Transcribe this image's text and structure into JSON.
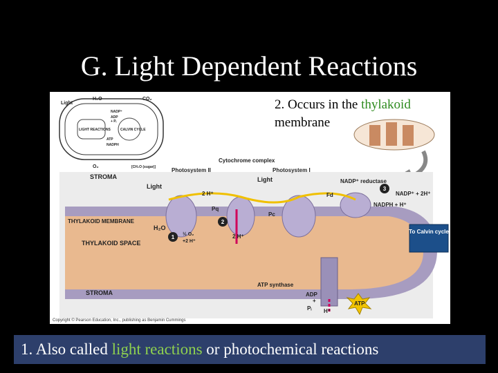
{
  "slide": {
    "title": "G. Light Dependent Reactions",
    "note": {
      "prefix": "2. Occurs in the ",
      "highlight": "thylakoid",
      "suffix": "membrane"
    },
    "caption": {
      "prefix": "1. Also called ",
      "highlight": "light reactions",
      "suffix": " or photochemical reactions"
    }
  },
  "colors": {
    "highlight_green": "#8fd14f",
    "note_green": "#2e8b1f",
    "caption_bg": "#2d3f6b",
    "membrane": "#7b6f9b",
    "thylakoid_space": "#e9b98f",
    "stroma": "#e0e0e0"
  },
  "diagram": {
    "inset": {
      "light": "Light",
      "h2o": "H₂O",
      "co2": "CO₂",
      "nadp": "NADP⁺",
      "adp": "ADP",
      "pi": "+ Pᵢ",
      "light_reactions": "LIGHT REACTIONS",
      "calvin_cycle": "CALVIN CYCLE",
      "atp": "ATP",
      "nadph": "NADPH",
      "o2": "O₂",
      "sugar": "[CH₂O (sugar)]"
    },
    "labels": {
      "stroma_top": "STROMA",
      "light_left": "Light",
      "photosystem2": "Photosystem II",
      "cytochrome": "Cytochrome complex",
      "photosystem1": "Photosystem I",
      "light_right": "Light",
      "nadp_reductase": "NADP⁺ reductase",
      "h2_top": "2 H⁺",
      "pq": "Pq",
      "pc": "Pc",
      "fd": "Fd",
      "nadp_plus": "NADP⁺ + 2H⁺",
      "nadph_h": "NADPH + H⁺",
      "thylakoid_membrane": "THYLAKOID MEMBRANE",
      "h2o": "H₂O",
      "half_o2": "½ O₂",
      "plus_2h": "+2 H⁺",
      "thylakoid_space": "THYLAKOID SPACE",
      "h2_space": "2 H⁺",
      "to_calvin": "To Calvin cycle",
      "stroma_bottom": "STROMA",
      "atp_synthase": "ATP synthase",
      "adp": "ADP",
      "plus": "+",
      "pi": "Pᵢ",
      "h_plus": "H⁺",
      "atp": "ATP",
      "step1": "1",
      "step2": "2",
      "step3": "3",
      "copyright": "Copyright © Pearson Education, Inc., publishing as Benjamin Cummings"
    }
  }
}
